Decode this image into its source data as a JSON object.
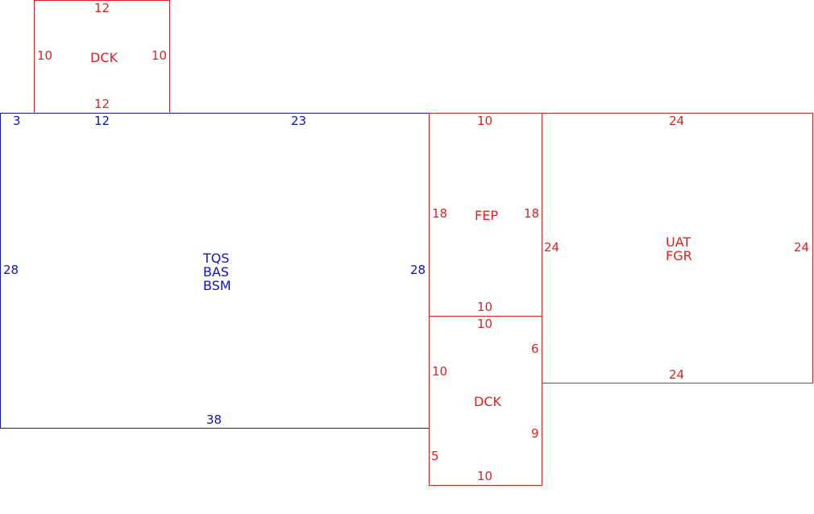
{
  "colors": {
    "red": "#e02020",
    "blue": "#1010c0"
  },
  "rooms": {
    "dck_top": {
      "names": [
        "DCK"
      ],
      "dims": {
        "top": "12",
        "left": "10",
        "right": "10",
        "bottom": "12"
      }
    },
    "main": {
      "names": [
        "TQS",
        "BAS",
        "BSM"
      ],
      "dims": {
        "top_corner": "3",
        "top_a": "12",
        "top_b": "23",
        "left": "28",
        "right": "28",
        "bottom": "38"
      }
    },
    "fep": {
      "names": [
        "FEP"
      ],
      "dims": {
        "top": "10",
        "left": "18",
        "right": "18",
        "bottom": "10"
      }
    },
    "uat": {
      "names": [
        "UAT",
        "FGR"
      ],
      "dims": {
        "top": "24",
        "left": "24",
        "right": "24",
        "bottom": "24"
      }
    },
    "dck_bottom": {
      "names": [
        "DCK"
      ],
      "dims": {
        "top": "10",
        "left_a": "10",
        "left_b": "5",
        "right_a": "6",
        "right_b": "9",
        "bottom": "10"
      }
    }
  }
}
